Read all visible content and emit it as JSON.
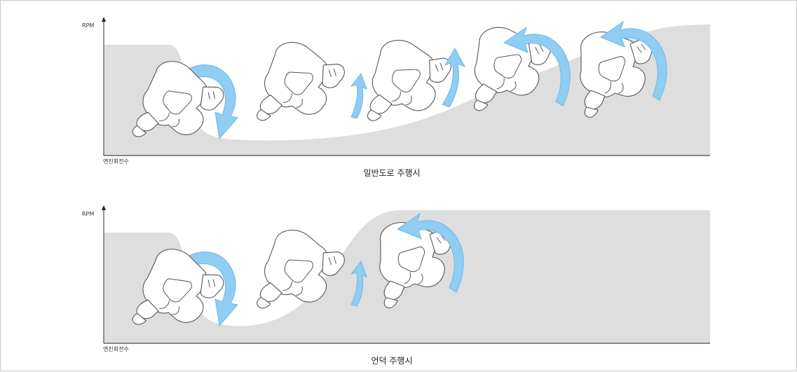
{
  "colors": {
    "area": "#dedede",
    "arrow": "#8fcdf3",
    "arrow_stroke": "#6fb8e8",
    "axis": "#222222"
  },
  "diagrams": [
    {
      "y_axis_label": "RPM",
      "x_axis_label": "엔진회전수",
      "caption": "일반도로 주행시",
      "throttle_steps": [
        {
          "action": "close",
          "arrow": "clockwise"
        },
        {
          "action": "open",
          "arrow": "small-up"
        },
        {
          "action": "open",
          "arrow": "up"
        },
        {
          "action": "open",
          "arrow": "counterclockwise"
        },
        {
          "action": "open",
          "arrow": "counterclockwise"
        }
      ]
    },
    {
      "y_axis_label": "RPM",
      "x_axis_label": "엔진회전수",
      "caption": "언덕 주행시",
      "throttle_steps": [
        {
          "action": "close",
          "arrow": "clockwise"
        },
        {
          "action": "open",
          "arrow": "small-up"
        },
        {
          "action": "open",
          "arrow": "counterclockwise"
        }
      ]
    }
  ]
}
